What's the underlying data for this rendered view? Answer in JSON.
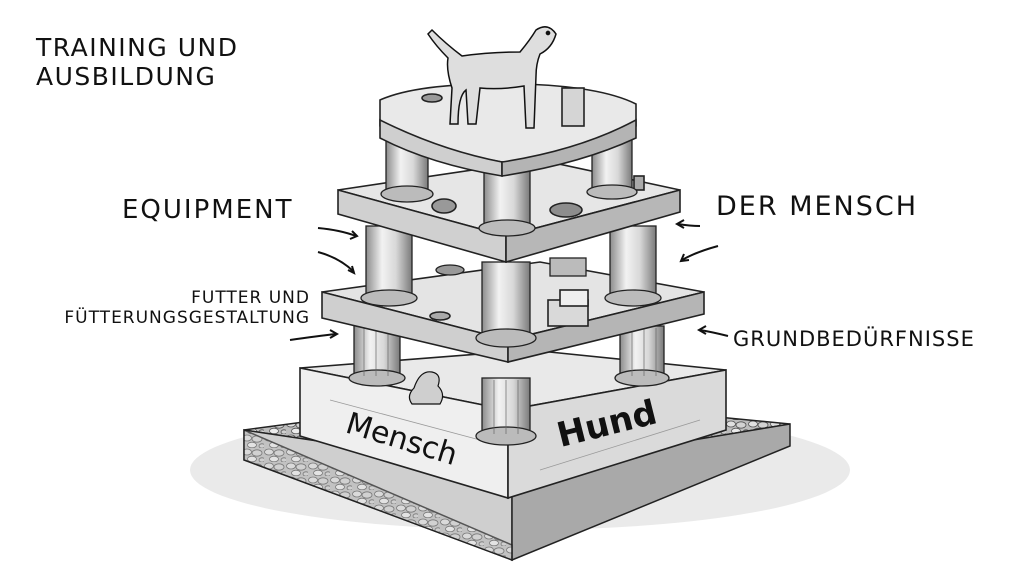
{
  "labels": {
    "training_line1": "Training und",
    "training_line2": "Ausbildung",
    "equipment": "Equipment",
    "der_mensch": "Der Mensch",
    "futter_line1": "Futter und",
    "futter_line2": "Fütterungsgestaltung",
    "grundbeduerfnisse": "Grundbedürfnisse"
  },
  "base": {
    "left": "Mensch",
    "right": "Hund"
  },
  "colors": {
    "ink": "#111111",
    "stone_light": "#e6e6e6",
    "stone_mid": "#c9c9c9",
    "stone_dark": "#9a9a9a",
    "shadow": "#6e6e6e"
  }
}
